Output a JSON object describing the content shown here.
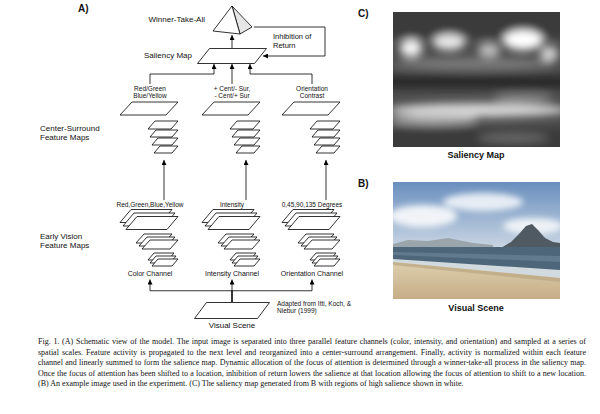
{
  "diagram": {
    "caption": "Fig. 1. (A) Schematic view of the model. The input image is separated into three parallel feature channels (color, intensity, and orientation) and sampled at a series of spatial scales. Feature activity is propagated to the next level and reorganized into a center-surround arrangement. Finally, activity is normalized within each feature channel and linearly summed to form the salience map. Dynamic allocation of the focus of attention is determined through a winner-take-all process in the saliency map. Once the focus of attention has been shifted to a location, inhibition of return lowers the salience at that location allowing the focus of attention to shift to a new location. (B) An example image used in the experiment. (C) The saliency map generated from B with regions of high salience shown in white.",
    "nodes": [
      {
        "text": [
          "Winner-Take-All"
        ]
      },
      {
        "text": [
          "Saliency Map"
        ]
      },
      {
        "text": [
          "Red/Green Blue/Yellow"
        ]
      },
      {
        "text": [
          "+ Cent/- Sur, - Cent/+ Sur"
        ]
      },
      {
        "text": [
          "Orientation Contrast"
        ]
      },
      {
        "text": [
          "Red,Green,Blue,Yellow",
          "Color Channel"
        ]
      },
      {
        "text": [
          "Intensity",
          "Intensity Channel"
        ]
      },
      {
        "text": [
          "0,45,90,135 Degrees",
          "Orientation Channel"
        ]
      },
      {
        "text": [
          "Visual Scene"
        ]
      }
    ],
    "edges": [
      {
        "from": 8,
        "to": 5,
        "arrow": "to"
      },
      {
        "from": 8,
        "to": 6,
        "arrow": "to"
      },
      {
        "from": 8,
        "to": 7,
        "arrow": "to"
      },
      {
        "from": 5,
        "to": 2,
        "arrow": "to"
      },
      {
        "from": 6,
        "to": 3,
        "arrow": "to"
      },
      {
        "from": 7,
        "to": 4,
        "arrow": "to"
      },
      {
        "from": 2,
        "to": 1,
        "arrow": "to"
      },
      {
        "from": 3,
        "to": 1,
        "arrow": "to"
      },
      {
        "from": 4,
        "to": 1,
        "arrow": "to"
      },
      {
        "from": 1,
        "to": 0,
        "arrow": "to"
      },
      {
        "from": 0,
        "to": 1,
        "label": "Inhibition of Return",
        "arrow": "to"
      }
    ],
    "labels": [
      "A)",
      "Center-Surround Feature Maps",
      "Early Vision Feature Maps",
      "Adapted from Itti, Koch, & Niebur (1999)",
      "C)",
      "Saliency Map",
      "B)",
      "Visual Scene"
    ]
  }
}
